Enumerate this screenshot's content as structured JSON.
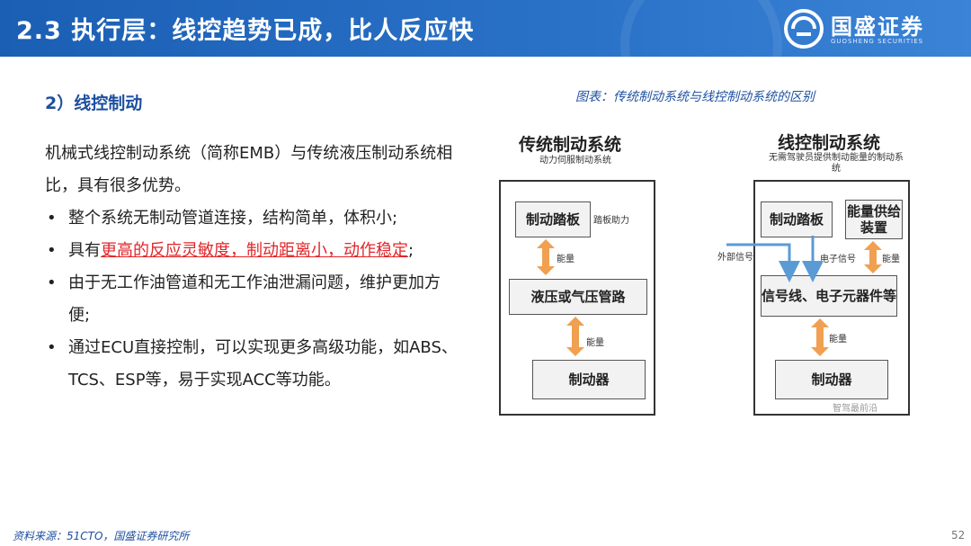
{
  "header": {
    "title": "2.3 执行层：线控趋势已成，比人反应快",
    "logo_name": "国盛证券",
    "logo_sub": "GUOSHENG SECURITIES"
  },
  "section": {
    "title": "2）线控制动",
    "intro": "机械式线控制动系统（简称EMB）与传统液压制动系统相比，具有很多优势。",
    "bullet1": "整个系统无制动管道连接，结构简单，体积小;",
    "bullet2_prefix": "具有",
    "bullet2_highlight": "更高的反应灵敏度，制动距离小，动作稳定",
    "bullet2_suffix": ";",
    "bullet3": "由于无工作油管道和无工作油泄漏问题，维护更加方便;",
    "bullet4": "通过ECU直接控制，可以实现更多高级功能，如ABS、TCS、ESP等，易于实现ACC等功能。"
  },
  "figure": {
    "caption": "图表：传统制动系统与线控制动系统的区别",
    "traditional": {
      "title": "传统制动系统",
      "subtitle": "动力伺服制动系统",
      "pedal": "制动踏板",
      "pedal_assist": "踏板助力",
      "energy1": "能量",
      "pipe": "液压或气压管路",
      "energy2": "能量",
      "actuator": "制动器"
    },
    "wire": {
      "title": "线控制动系统",
      "subtitle": "无需驾驶员提供制动能量的制动系统",
      "pedal": "制动踏板",
      "supply": "能量供给装置",
      "external": "外部信号",
      "electric": "电子信号",
      "energy1": "能量",
      "signal": "信号线、电子元器件等",
      "energy2": "能量",
      "actuator": "制动器",
      "watermark": "智驾最前沿"
    }
  },
  "footer": {
    "source": "资料来源：51CTO，国盛证券研究所",
    "page": "52"
  },
  "colors": {
    "header_blue": "#1b5fb4",
    "accent_blue": "#1d4fa0",
    "highlight_red": "#e0262a",
    "arrow_orange": "#f0a050",
    "signal_blue": "#5b9bd5"
  }
}
